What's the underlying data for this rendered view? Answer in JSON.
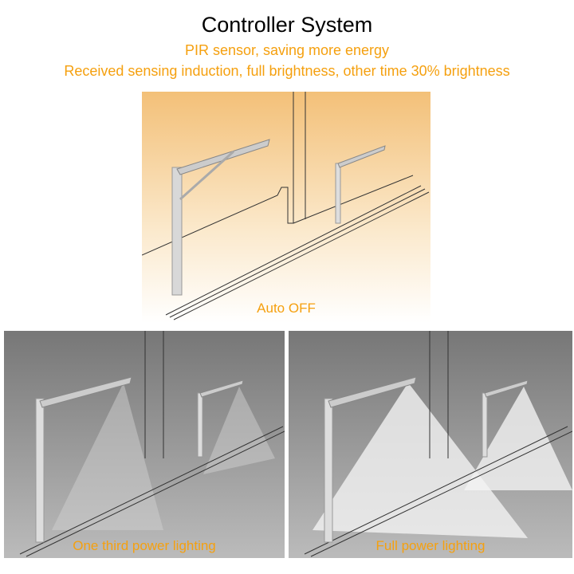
{
  "header": {
    "title": "Controller System",
    "subtitle1": "PIR sensor, saving more energy",
    "subtitle2": "Received sensing induction, full brightness, other time 30% brightness"
  },
  "scenes": [
    {
      "caption": "Auto OFF"
    },
    {
      "caption": "One third power lighting"
    },
    {
      "caption": "Full power lighting"
    }
  ],
  "colors": {
    "accent": "#f5a00f"
  }
}
